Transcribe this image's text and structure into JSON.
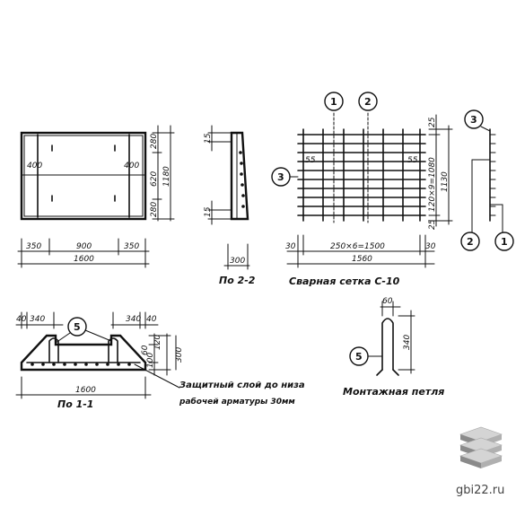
{
  "plan": {
    "dim_left_400": "400",
    "dim_right_400": "400",
    "dim_280_top": "280",
    "dim_620": "620",
    "dim_280_bot": "280",
    "dim_1180": "1180",
    "dim_350_left": "350",
    "dim_900": "900",
    "dim_350_right": "350",
    "dim_1600": "1600"
  },
  "section22": {
    "dim_15_top": "15",
    "dim_15_bot": "15",
    "dim_300": "300",
    "caption": "По 2-2"
  },
  "mesh": {
    "callout_1": "1",
    "callout_2": "2",
    "callout_3": "3",
    "dim_55_left": "55",
    "dim_55_right": "55",
    "dim_25_top": "25",
    "dim_120x9": "120×9=1080",
    "dim_1130": "1130",
    "dim_25_bot": "25",
    "dim_30_left": "30",
    "dim_250x6": "250×6=1500",
    "dim_30_right": "30",
    "dim_1560": "1560",
    "caption": "Сварная сетка С-10"
  },
  "mesh_side": {
    "callout_3": "3",
    "callout_2": "2",
    "callout_1": "1"
  },
  "section11": {
    "dim_40_left": "40",
    "dim_340_left": "340",
    "dim_340_right": "340",
    "dim_40_right": "40",
    "callout_5": "5",
    "dim_60": "60",
    "dim_120": "120",
    "dim_100": "100",
    "dim_300": "300",
    "dim_1600": "1600",
    "caption": "По 1-1",
    "note_line1": "Защитный слой до низа",
    "note_line2": "рабочей арматуры 30мм"
  },
  "loop": {
    "dim_60": "60",
    "dim_340": "340",
    "callout_5": "5",
    "caption": "Монтажная петля"
  },
  "watermark": {
    "text": "gbi22.ru",
    "logo": "stacked-slabs-icon"
  }
}
